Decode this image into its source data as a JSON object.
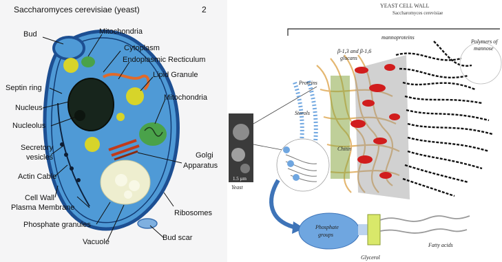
{
  "left_panel": {
    "title": "Saccharomyces cerevisiae (yeast)",
    "panel_number": "2",
    "labels": {
      "bud": "Bud",
      "mitochondria_top": "Mitochondria",
      "cytoplasm": "Cytoplasm",
      "er": "Endoplasmic Recticulum",
      "lipid_granule": "Lipid  Granule",
      "mitochondria_right": "Mitochondria",
      "septin_ring": "Septin ring",
      "nucleus": "Nucleus",
      "nucleolus": "Nucleolus",
      "secretory_vesicles_1": "Secretory",
      "secretory_vesicles_2": "vesicles",
      "golgi_1": "Golgi",
      "golgi_2": "Apparatus",
      "actin_cable": "Actin Cable",
      "cell_wall": "Cell Wall",
      "plasma_membrane": "Plasma Membrane",
      "ribosomes": "Ribosomes",
      "phosphate_granules": "Phosphate granules",
      "vacuole": "Vacuole",
      "bud_scar": "Bud scar"
    },
    "colors": {
      "cell_body": "#4f9ad6",
      "wall": "#1d4f92",
      "nucleus": "#17251c",
      "vacuole": "#eeeecf",
      "lipid": "#d7d42a",
      "mito": "#4aa24a",
      "golgi": "#c23a1a"
    }
  },
  "right_panel": {
    "title": "YEAST CELL WALL",
    "subtitle": "Saccharomyces cerevisiae",
    "labels": {
      "mannoproteins": "mannoproteins",
      "polymers_1": "Polymers of",
      "polymers_2": "mannose",
      "glucans_1": "β-1,3 and β-1,6",
      "glucans_2": "glucans",
      "proteins": "Proteins",
      "sterols": "Sterols",
      "chitin": "Chitin",
      "scale": "1.5 µm",
      "yeast": "Yeast",
      "phosphate_1": "Phosphate",
      "phosphate_2": "groups",
      "glycerol": "Glycerol",
      "fatty_acids": "Fatty acids"
    },
    "colors": {
      "proteins": "#d11d1d",
      "glucans": "#e3b46a",
      "chitin": "#8aa845",
      "mannose": "#111111",
      "phosphate": "#6fa6e0",
      "arrow": "#3e74b8"
    }
  }
}
